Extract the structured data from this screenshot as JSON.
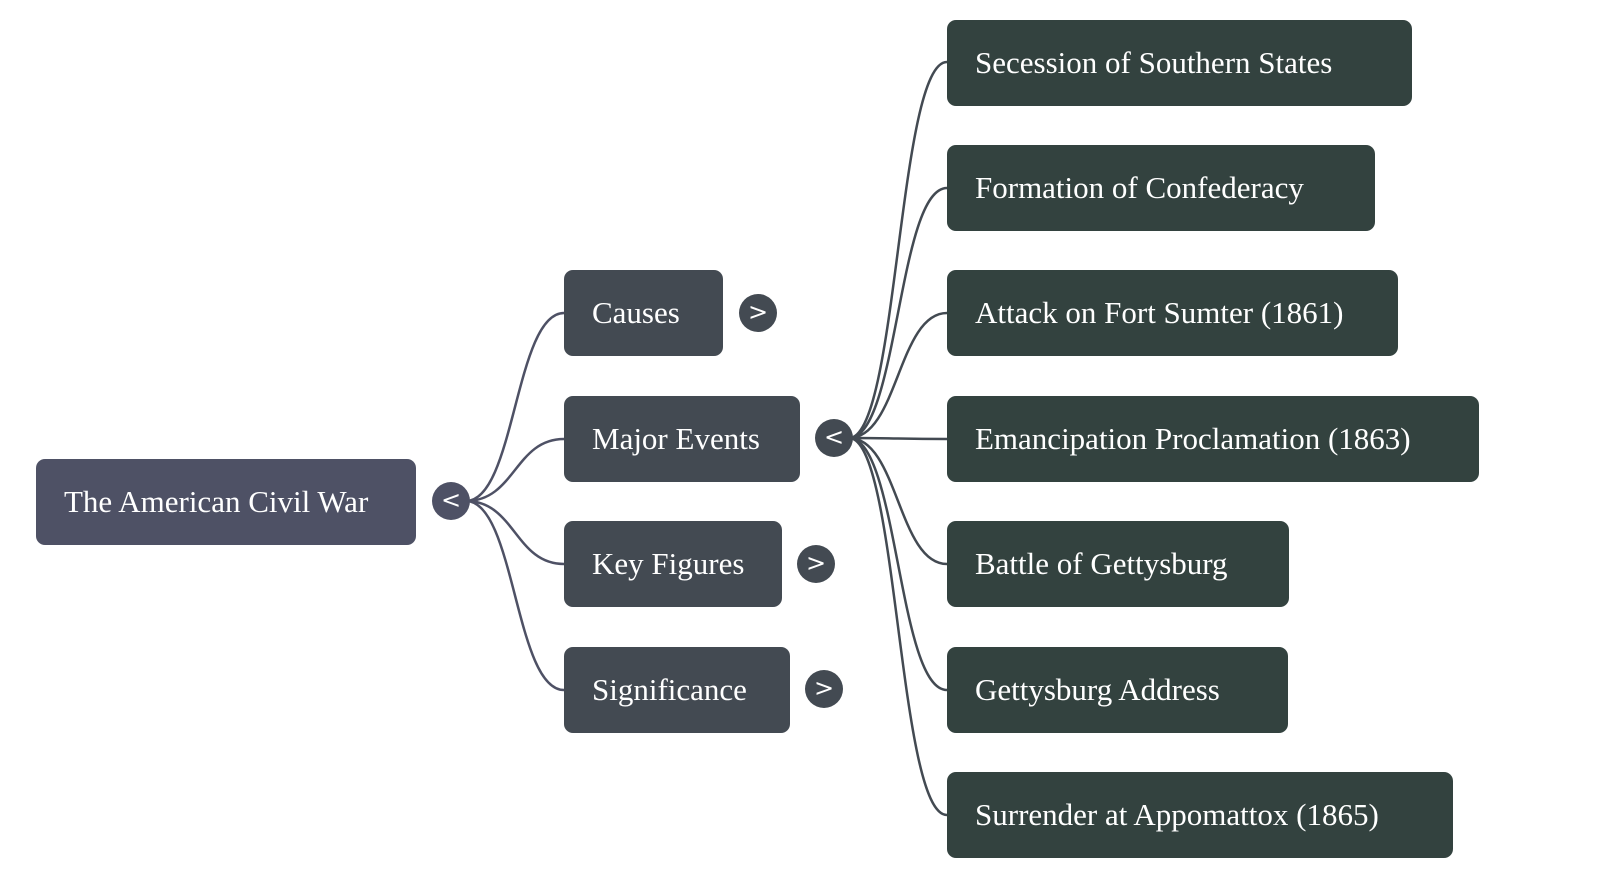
{
  "mindmap": {
    "root": {
      "label": "The American Civil War",
      "toggle": {
        "icon": "collapse-icon",
        "glyph": "<",
        "state": "expanded"
      }
    },
    "branches": [
      {
        "label": "Causes",
        "toggle": {
          "icon": "expand-icon",
          "glyph": ">",
          "state": "collapsed"
        }
      },
      {
        "label": "Major Events",
        "toggle": {
          "icon": "collapse-icon",
          "glyph": "<",
          "state": "expanded"
        },
        "children": [
          "Secession of Southern States",
          "Formation of Confederacy",
          "Attack on Fort Sumter (1861)",
          "Emancipation Proclamation (1863)",
          "Battle of Gettysburg",
          "Gettysburg Address",
          "Surrender at Appomattox (1865)"
        ]
      },
      {
        "label": "Key Figures",
        "toggle": {
          "icon": "expand-icon",
          "glyph": ">",
          "state": "collapsed"
        }
      },
      {
        "label": "Significance",
        "toggle": {
          "icon": "expand-icon",
          "glyph": ">",
          "state": "collapsed"
        }
      }
    ],
    "colors": {
      "root": "#4e5165",
      "branch": "#434a52",
      "leaf": "#33423f",
      "edge_root": "#4e5165",
      "edge_events": "#434a52",
      "text": "#ffffff"
    }
  }
}
